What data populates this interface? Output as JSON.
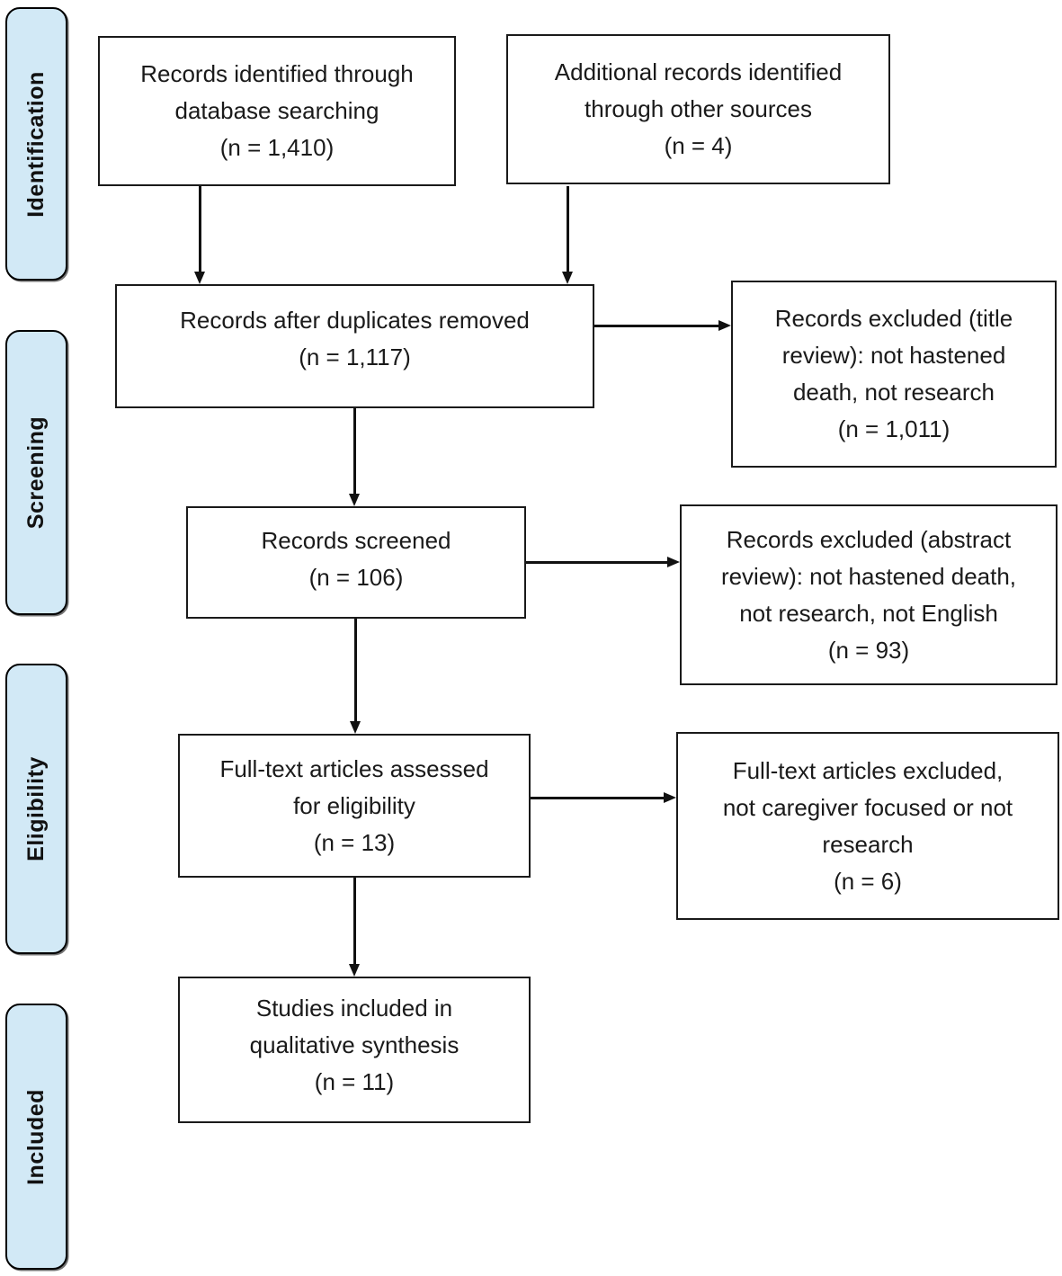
{
  "stages": [
    {
      "label": "Identification"
    },
    {
      "label": "Screening"
    },
    {
      "label": "Eligibility"
    },
    {
      "label": "Included"
    }
  ],
  "boxes": [
    {
      "id": "records-identified",
      "lines": [
        "Records identified through",
        "database searching",
        "(n = 1,410)"
      ]
    },
    {
      "id": "additional-records",
      "lines": [
        "Additional records identified",
        "through other sources",
        "(n = 4)"
      ]
    },
    {
      "id": "after-duplicates",
      "lines": [
        "Records after duplicates removed",
        "(n = 1,117)"
      ]
    },
    {
      "id": "excluded-title-review",
      "lines": [
        "Records excluded (title",
        "review): not hastened",
        "death, not research",
        "(n = 1,011)"
      ]
    },
    {
      "id": "records-screened",
      "lines": [
        "Records screened",
        "(n = 106)"
      ]
    },
    {
      "id": "excluded-abstract-review",
      "lines": [
        "Records excluded (abstract",
        "review): not hastened death,",
        "not research, not English",
        "(n = 93)"
      ]
    },
    {
      "id": "fulltext-assessed",
      "lines": [
        "Full-text articles assessed",
        "for eligibility",
        "(n = 13)"
      ]
    },
    {
      "id": "fulltext-excluded",
      "lines": [
        "Full-text articles excluded,",
        "not caregiver focused or not",
        "research",
        "(n = 6)"
      ]
    },
    {
      "id": "studies-included",
      "lines": [
        "Studies included in",
        "qualitative synthesis",
        "(n = 11)"
      ]
    }
  ],
  "colors": {
    "stage_fill": "#d2e9f6",
    "stage_border": "#000000",
    "box_border": "#1a1a1a",
    "box_bg": "#ffffff",
    "text": "#1a1a1a",
    "arrow": "#111111"
  }
}
